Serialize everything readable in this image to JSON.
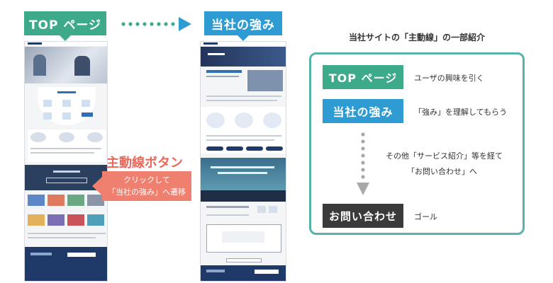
{
  "flow": {
    "top_label": "TOP ページ",
    "strength_label": "当社の強み"
  },
  "callout": {
    "title": "主動線ボタン",
    "line1": "クリックして",
    "line2": "「当社の強み」へ遷移"
  },
  "panel": {
    "title": "当社サイトの「主動線」の一部紹介",
    "steps": [
      {
        "label": "TOP ページ",
        "desc": "ユーザの興味を引く"
      },
      {
        "label": "当社の強み",
        "desc": "「強み」を理解してもらう"
      },
      {
        "label": "お問い合わせ",
        "desc": "ゴール"
      }
    ],
    "middle_line1": "その他「サービス紹介」等を経て",
    "middle_line2": "「お問い合わせ」へ"
  },
  "colors": {
    "green": "#3daa8c",
    "blue": "#2f9bd3",
    "dark": "#3a3a3a",
    "coral": "#ef8070",
    "panel_border": "#55b4ab"
  }
}
